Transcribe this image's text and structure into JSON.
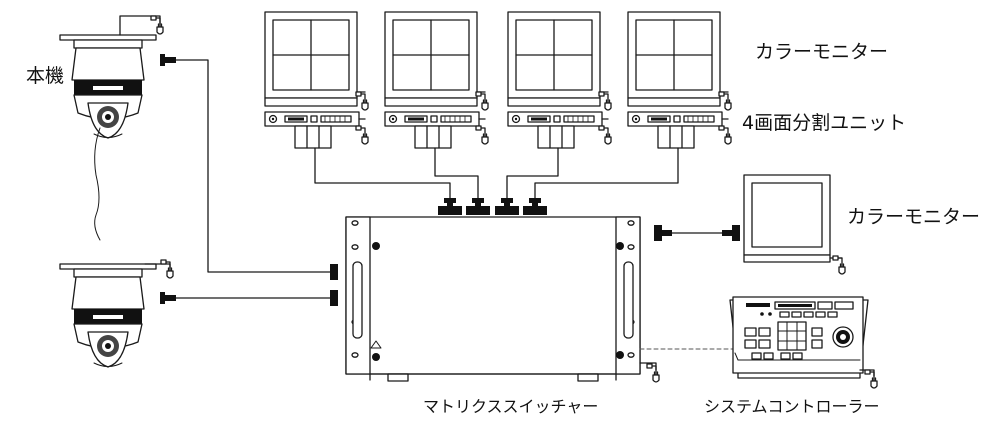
{
  "labels": {
    "camera_unit": "本機",
    "color_monitor_top": "カラーモニター",
    "quad_unit": "4画面分割ユニット",
    "color_monitor_right": "カラーモニター",
    "matrix_switcher": "マトリクススイッチャー",
    "system_controller": "システムコントローラー"
  },
  "colors": {
    "line": "#1a1a1a",
    "fill": "#ffffff",
    "dashed": "#555555"
  },
  "icons": [
    "dome-camera-icon",
    "power-plug-icon",
    "bnc-connector-icon",
    "crt-monitor-icon",
    "quad-splitter-icon",
    "matrix-switcher-icon",
    "controller-keyboard-icon"
  ],
  "counts": {
    "top_monitors": 4,
    "cameras": 2
  }
}
